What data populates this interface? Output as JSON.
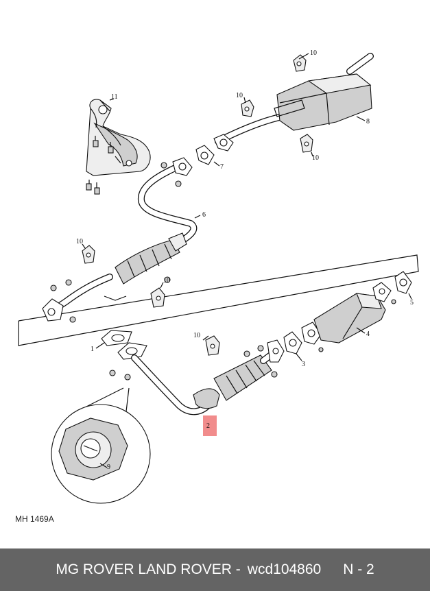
{
  "callouts": {
    "c1": "1",
    "c2": "2",
    "c3": "3",
    "c4": "4",
    "c5": "5",
    "c6": "6",
    "c7": "7",
    "c8": "8",
    "c9": "9",
    "c11": "11",
    "c10a": "10",
    "c10b": "10",
    "c10c": "10",
    "c10d": "10",
    "c10e": "10",
    "c10f": "10"
  },
  "diagram_ref": "MH 1469A",
  "footer": {
    "brand": "MG ROVER LAND ROVER -",
    "part_code": "wcd104860",
    "page": "N - 2"
  },
  "colors": {
    "footer_bg": "#646464",
    "highlight": "#f08080"
  }
}
